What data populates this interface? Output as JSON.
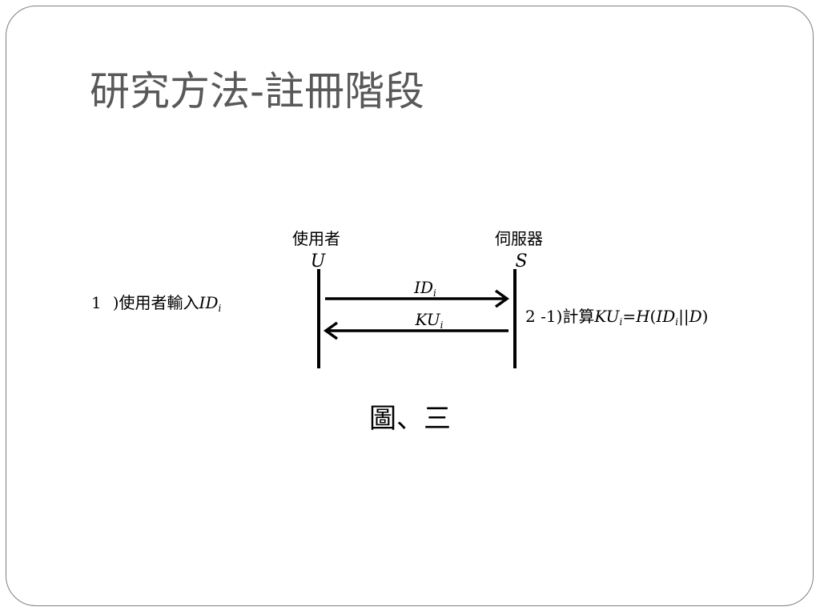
{
  "slide": {
    "title": "研究方法-註冊階段"
  },
  "diagram": {
    "user": {
      "label": "使用者",
      "symbol": "U"
    },
    "server": {
      "label": "伺服器",
      "symbol": "S"
    },
    "step1": {
      "number": "1",
      "text": ")使用者輸入",
      "var": "ID",
      "sub": "i"
    },
    "step2": {
      "prefix": "2 -1)計算",
      "ku": "KU",
      "ku_sub": "i",
      "eq": "=",
      "h": "H",
      "open": "(",
      "id": "ID",
      "id_sub": "i",
      "concat": "||",
      "d": "D",
      "close": ")"
    },
    "message_forward": {
      "var": "ID",
      "sub": "i",
      "direction": "U→S"
    },
    "message_back": {
      "var": "KU",
      "sub": "i",
      "direction": "S→U"
    }
  },
  "caption": "圖、三"
}
